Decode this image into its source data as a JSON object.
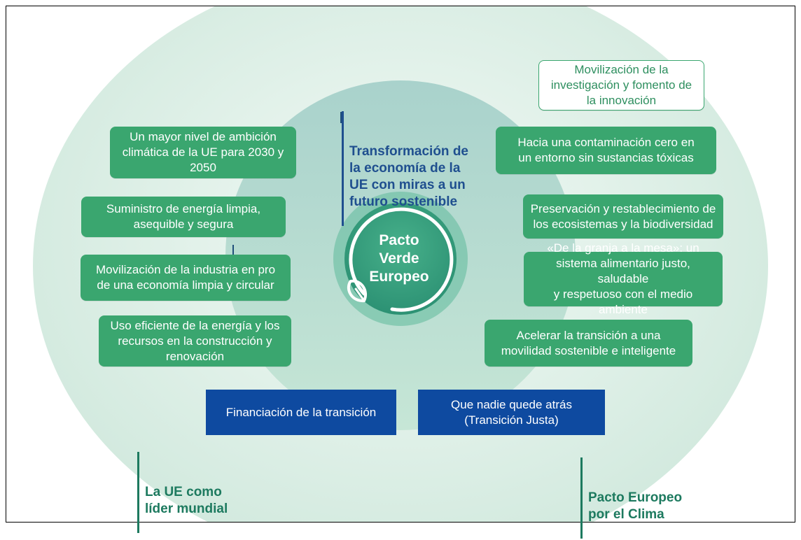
{
  "colors": {
    "tile_green": "#3aa66f",
    "outline_green": "#2e8f5f",
    "blue": "#0e4aa0",
    "heading_teal": "#1d7a5f",
    "outer_bg": "#dcefe6",
    "circle_bg": "#b8ddd0",
    "center_bg": "#3aa07e"
  },
  "center": {
    "title": "Pacto\nVerde\nEuropeo",
    "icon": "leaf-icon"
  },
  "heading_top": "Transformación de\nla economía de la\nUE con miras a un\nfuturo sostenible",
  "left_items": [
    "Un mayor nivel de ambición\nclimática de la UE para 2030 y\n2050",
    "Suministro de energía limpia,\nasequible y segura",
    "Movilización de la industria en pro\nde una economía limpia y circular",
    "Uso eficiente de la energía y los\nrecursos en la construcción y\nrenovación"
  ],
  "right_outline_item": "Movilización de la\ninvestigación y fomento de\nla innovación",
  "right_items": [
    "Hacia una contaminación cero en\nun entorno sin sustancias tóxicas",
    "Preservación y restablecimiento de\nlos ecosistemas y la biodiversidad",
    "«De la granja a la mesa»: un\nsistema alimentario justo, saludable\ny respetuoso con el medio ambiente",
    "Acelerar la transición a una\nmovilidad sostenible e inteligente"
  ],
  "bottom_boxes": [
    "Financiación de la transición",
    "Que nadie quede atrás\n(Transición Justa)"
  ],
  "bottom_left_heading": "La UE como\nlíder mundial",
  "bottom_right_heading": "Pacto Europeo\npor el Clima"
}
